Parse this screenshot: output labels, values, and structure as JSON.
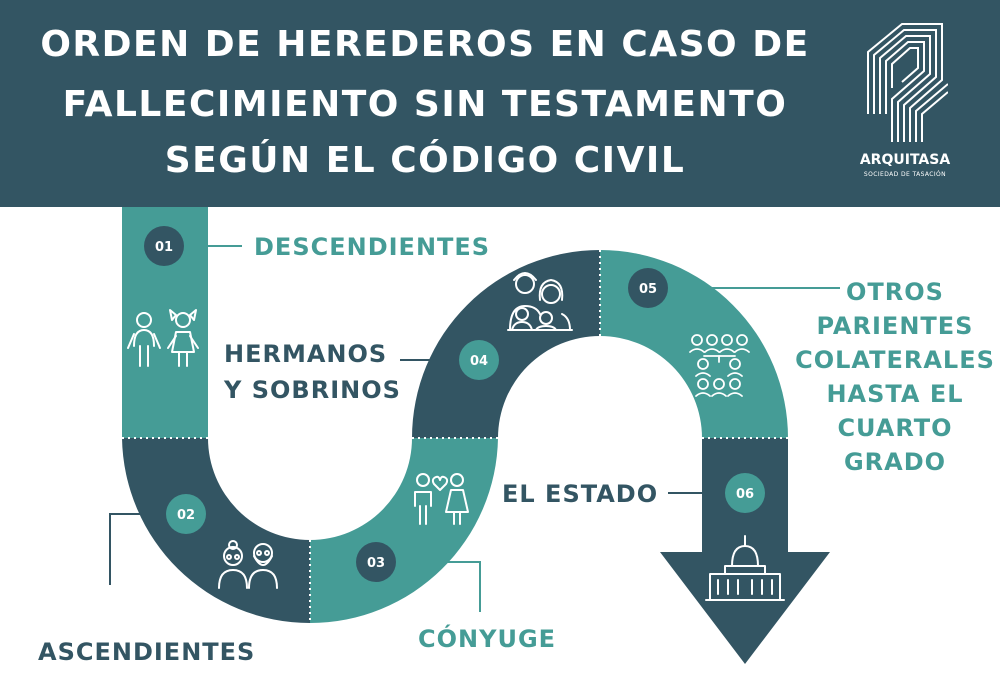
{
  "header": {
    "title_lines": [
      "ORDEN DE HEREDEROS EN CASO DE",
      "FALLECIMIENTO SIN TESTAMENTO",
      "SEGÚN EL CÓDIGO CIVIL"
    ],
    "brand_name": "ARQUITASA",
    "brand_tagline": "SOCIEDAD DE TASACIÓN"
  },
  "colors": {
    "dark": "#335563",
    "teal": "#459c96",
    "white": "#ffffff"
  },
  "steps": [
    {
      "number": "01",
      "label_lines": [
        "DESCENDIENTES"
      ],
      "icon": "children-icon"
    },
    {
      "number": "02",
      "label_lines": [
        "ASCENDIENTES"
      ],
      "icon": "grandparents-icon"
    },
    {
      "number": "03",
      "label_lines": [
        "CÓNYUGE"
      ],
      "icon": "couple-icon"
    },
    {
      "number": "04",
      "label_lines": [
        "HERMANOS",
        "Y SOBRINOS"
      ],
      "icon": "family-icon"
    },
    {
      "number": "05",
      "label_lines": [
        "OTROS",
        "PARIENTES",
        "COLATERALES",
        "HASTA EL",
        "CUARTO",
        "GRADO"
      ],
      "icon": "family-tree-icon"
    },
    {
      "number": "06",
      "label_lines": [
        "EL ESTADO"
      ],
      "icon": "capitol-icon"
    }
  ]
}
